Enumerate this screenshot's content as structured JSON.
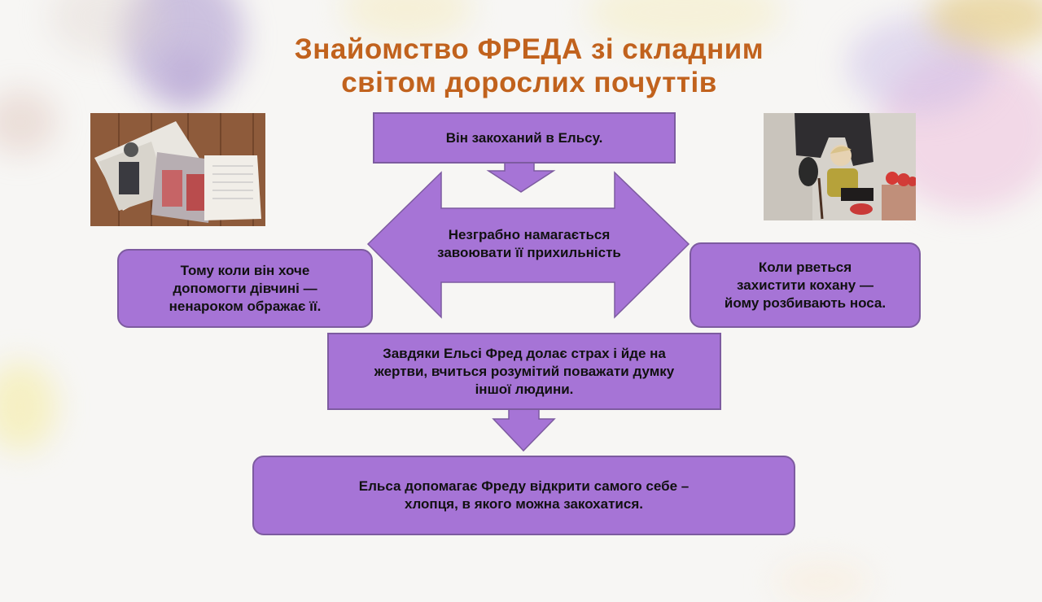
{
  "slide": {
    "title_line1": "Знайомство ФРЕДА зі складним",
    "title_line2": "світом дорослих почуттів",
    "title_color": "#c1621d",
    "box_fill": "#a674d6",
    "box_border": "#7d5ba0"
  },
  "images": {
    "left": {
      "description": "open books on wooden table"
    },
    "right": {
      "description": "illustration of boy sitting on chair under coats"
    }
  },
  "diagram": {
    "top_box": "Він закоханий в Ельсу.",
    "double_arrow_line1": "Незграбно намагається",
    "double_arrow_line2": "завоювати її прихильність",
    "left_box_line1": "Тому коли він хоче",
    "left_box_line2": "допомогти дівчині —",
    "left_box_line3": "ненароком ображає її.",
    "right_box_line1": "Коли рветься",
    "right_box_line2": "захистити кохану —",
    "right_box_line3": "йому розбивають носа.",
    "middle_box_line1": "Завдяки Ельсі Фред долає страх і йде на",
    "middle_box_line2": "жертви, вчиться розумітий поважати думку",
    "middle_box_line3": "іншої людини.",
    "bottom_box_line1": "Ельса допомагає Фреду відкрити самого себе –",
    "bottom_box_line2": "хлопця, в якого можна закохатися."
  }
}
